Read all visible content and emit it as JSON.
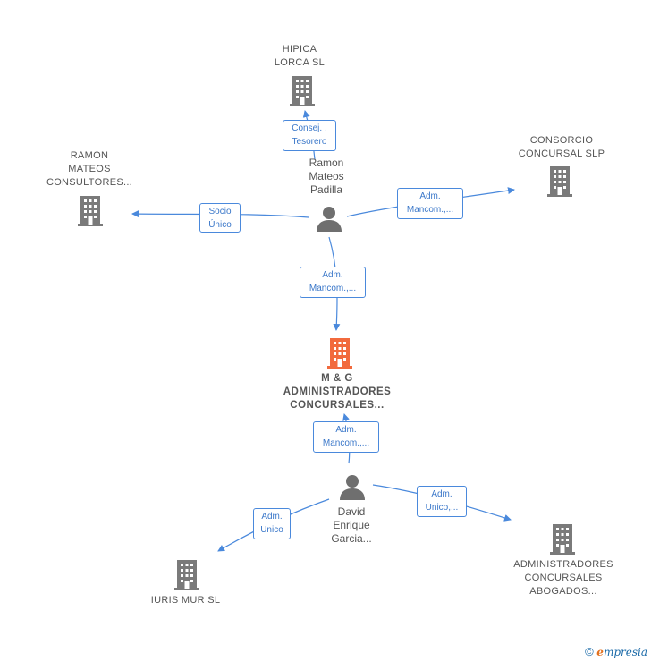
{
  "nodes": {
    "hipica": {
      "label_1": "HIPICA",
      "label_2": "LORCA SL"
    },
    "ramon_consultores": {
      "label_1": "RAMON",
      "label_2": "MATEOS",
      "label_3": "CONSULTORES..."
    },
    "consorcio": {
      "label_1": "CONSORCIO",
      "label_2": "CONCURSAL SLP"
    },
    "ramon_person": {
      "label_1": "Ramon",
      "label_2": "Mateos",
      "label_3": "Padilla"
    },
    "mg": {
      "label_1": "M & G",
      "label_2": "ADMINISTRADORES",
      "label_3": "CONCURSALES..."
    },
    "david_person": {
      "label_1": "David",
      "label_2": "Enrique",
      "label_3": "Garcia..."
    },
    "iuris": {
      "label_1": "IURIS MUR SL"
    },
    "adm_concursales": {
      "label_1": "ADMINISTRADORES",
      "label_2": "CONCURSALES",
      "label_3": "ABOGADOS..."
    }
  },
  "edges": {
    "to_hipica": {
      "line_1": "Consej. ,",
      "line_2": "Tesorero"
    },
    "to_ramon_consultores": {
      "line_1": "Socio",
      "line_2": "Único"
    },
    "to_consorcio": {
      "line_1": "Adm.",
      "line_2": "Mancom.,..."
    },
    "ramon_to_mg": {
      "line_1": "Adm.",
      "line_2": "Mancom.,..."
    },
    "david_to_mg": {
      "line_1": "Adm.",
      "line_2": "Mancom.,..."
    },
    "to_iuris": {
      "line_1": "Adm.",
      "line_2": "Unico"
    },
    "to_adm_concursales": {
      "line_1": "Adm.",
      "line_2": "Unico,..."
    }
  },
  "footer": {
    "copyright": "©",
    "brand_e": "e",
    "brand_rest": "mpresia"
  },
  "colors": {
    "company": "#7a7a7a",
    "main_company": "#f26a3d",
    "person": "#6f6f6f",
    "edge": "#4a89dc"
  }
}
